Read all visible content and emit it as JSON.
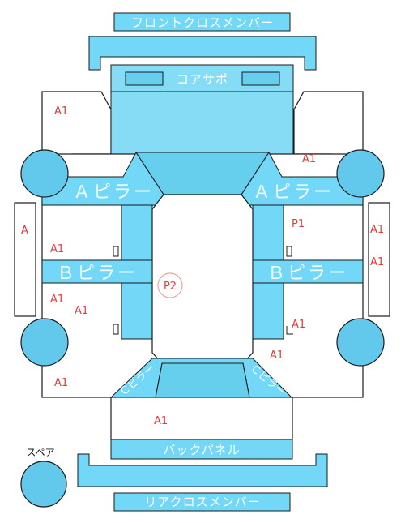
{
  "labels": {
    "front_cross_member": "フロントクロスメンバー",
    "core_support": "コアサポ",
    "a_pillar_left": "Ａピラー",
    "a_pillar_right": "Ａピラー",
    "b_pillar_left": "Ｂピラー",
    "b_pillar_right": "Ｂピラー",
    "c_pillar_left": "Ｃピラー",
    "c_pillar_right": "Ｃピラー",
    "back_panel": "バックパネル",
    "rear_cross_member": "リアクロスメンバー",
    "spare": "スペア"
  },
  "marks": {
    "front_left_fender": "A1",
    "front_right_fender": "A1",
    "left_side_step": "A",
    "right_side_step_1": "A1",
    "right_side_step_2": "A1",
    "left_front_door": "A1",
    "right_front_door": "P1",
    "left_rear_door_1": "A1",
    "left_rear_door_2": "A1",
    "right_rear_door": "A1",
    "right_rear_fender": "A1",
    "left_rear_fender": "A1",
    "roof": "P2",
    "trunk": "A1"
  },
  "colors": {
    "panel": "#73d8f7",
    "mark": "#e53b3b",
    "roof_circle": "#f4a0a0"
  }
}
